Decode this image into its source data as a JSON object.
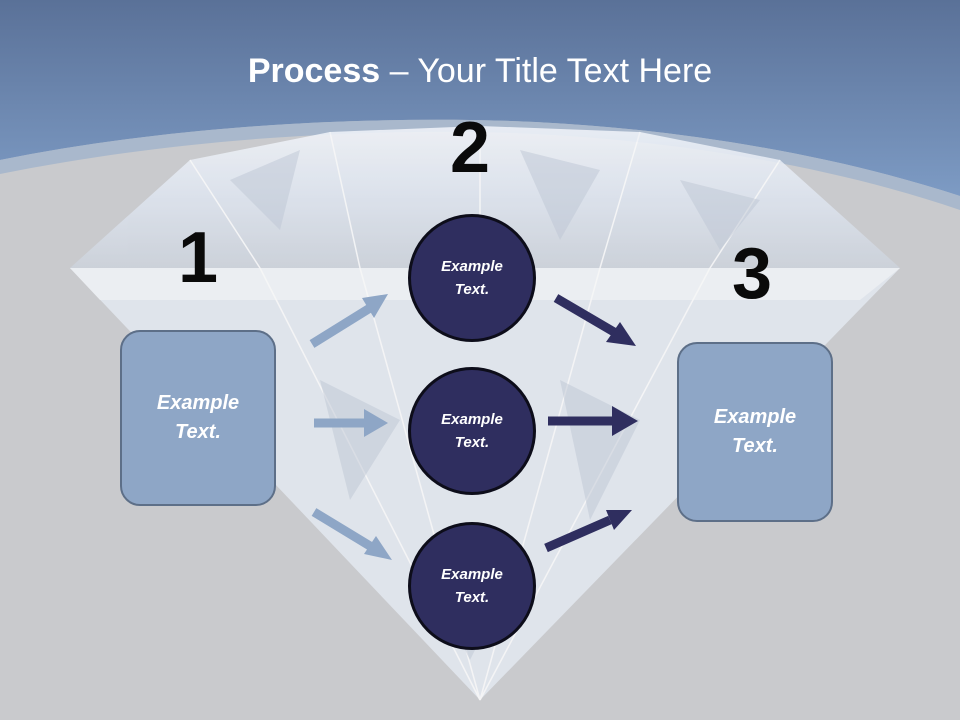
{
  "slide": {
    "title_bold": "Process",
    "title_rest": " – Your Title Text Here"
  },
  "steps": {
    "one": "1",
    "two": "2",
    "three": "3"
  },
  "nodes": {
    "left_box": "Example Text.",
    "circle_top": "Example Text.",
    "circle_middle": "Example Text.",
    "circle_bottom": "Example Text.",
    "right_box": "Example Text."
  },
  "colors": {
    "header_blue": "#6f8db5",
    "box_fill": "#8ea6c6",
    "circle_fill": "#2f2e5f",
    "arrow_light": "#8ea6c6",
    "arrow_dark": "#2f2e5f"
  }
}
